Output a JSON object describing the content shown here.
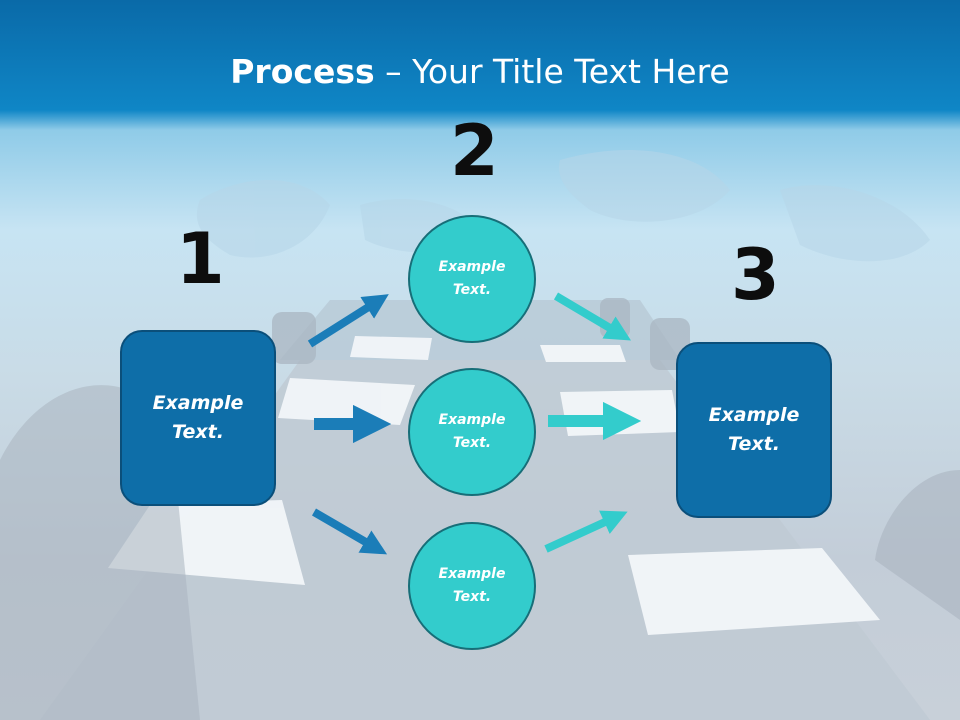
{
  "title": {
    "bold": "Process",
    "rest": " – Your Title Text Here"
  },
  "steps": [
    {
      "number": "1",
      "label": "Example\nText."
    },
    {
      "number": "2",
      "top_label": "Example\nText.",
      "mid_label": "Example\nText.",
      "bottom_label": "Example\nText."
    },
    {
      "number": "3",
      "label": "Example\nText."
    }
  ],
  "colors": {
    "header": "#0f86c6",
    "box": "#0e6ea8",
    "circle": "#33cccc",
    "arrow_left": "#1b7db8",
    "arrow_right": "#33cccc"
  }
}
